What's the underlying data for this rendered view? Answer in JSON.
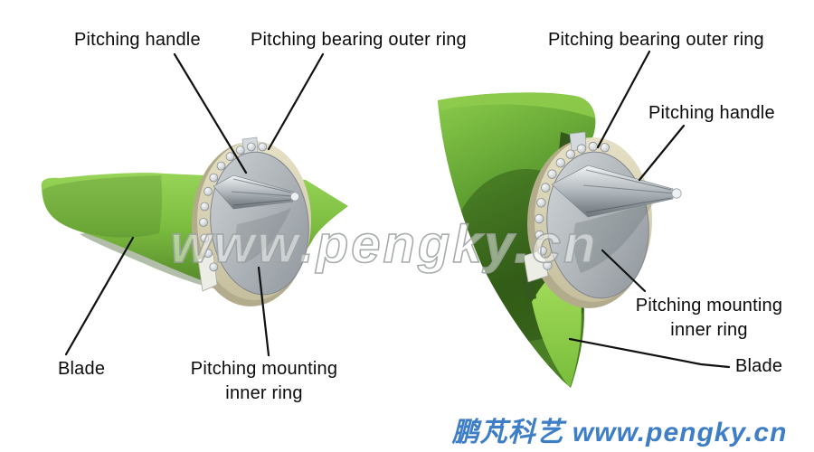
{
  "diagram_title": "Blade pitching bearing assembly (two views)",
  "branding": {
    "watermark_text": "www.pengky.cn",
    "footer_text": "鹏芃科艺 www.pengky.cn",
    "footer_color": "#3e7ec6"
  },
  "left_view": {
    "description": "Horizontal blade with pitching bearing assembly",
    "labels": {
      "pitching_handle": "Pitching handle",
      "bearing_outer_ring": "Pitching bearing outer ring",
      "mounting_inner_ring": "Pitching mounting\ninner ring",
      "blade": "Blade"
    }
  },
  "right_view": {
    "description": "Vertical blade with pitching bearing assembly",
    "labels": {
      "bearing_outer_ring": "Pitching bearing outer ring",
      "pitching_handle": "Pitching handle",
      "mounting_inner_ring": "Pitching mounting\ninner ring",
      "blade": "Blade"
    }
  },
  "colors": {
    "blade_green": "#7cbd40",
    "blade_green_dark": "#3a6820",
    "bearing_ring_tan": "#d9d3b4",
    "inner_disc_gray": "#aab1b6",
    "leader_line": "#111111",
    "watermark_outline": "#9fa4a4"
  }
}
